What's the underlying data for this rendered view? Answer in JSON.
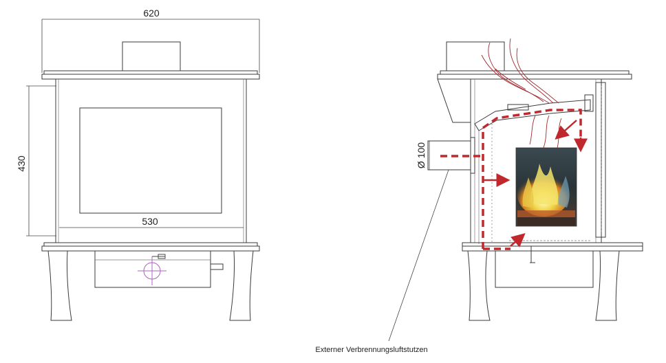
{
  "dimensions": {
    "width_label": "620",
    "height_label": "430",
    "door_width_label": "530",
    "air_inlet_diameter_label": "Ø 100"
  },
  "annotations": {
    "external_air_inlet": "Externer Verbrennungsluftstutzen"
  },
  "colors": {
    "line": "#3a3a3a",
    "air_flow": "#c0282d",
    "crosshair": "#b060c0"
  }
}
